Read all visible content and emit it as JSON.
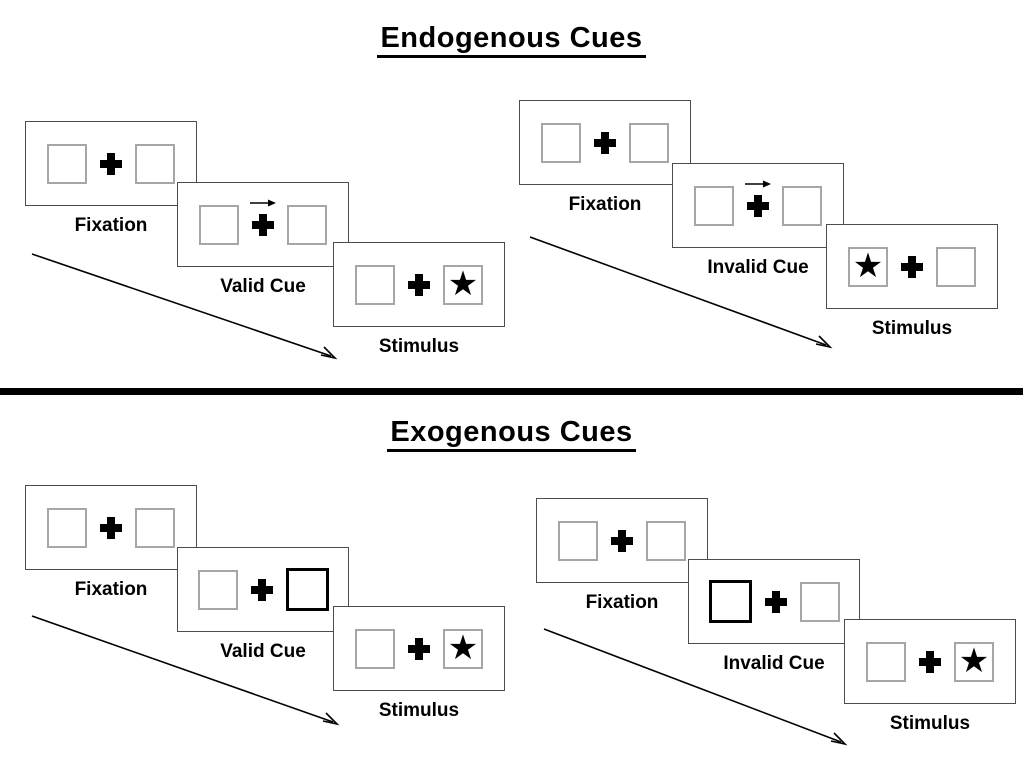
{
  "colors": {
    "background": "#ffffff",
    "panel_border": "#4c4c4c",
    "square_border": "#a6a6a6",
    "cue_square_border": "#000000",
    "divider": "#000000",
    "text": "#000000"
  },
  "icons": {
    "plus": "fixation-cross",
    "star": "★",
    "cue_arrow": "right-arrow",
    "timeline_arrow": "diagonal-down-right-arrow"
  },
  "sections": [
    {
      "title": "Endogenous Cues",
      "sequences": [
        {
          "cue_type": "arrow-right",
          "star_side": "right",
          "stages": [
            {
              "label": "Fixation",
              "left_glyph": "",
              "right_glyph": "",
              "left_style": "normal",
              "right_style": "normal",
              "cue_arrow": false
            },
            {
              "label": "Valid Cue",
              "left_glyph": "",
              "right_glyph": "",
              "left_style": "normal",
              "right_style": "normal",
              "cue_arrow": true
            },
            {
              "label": "Stimulus",
              "left_glyph": "",
              "right_glyph": "★",
              "left_style": "normal",
              "right_style": "normal",
              "cue_arrow": false
            }
          ]
        },
        {
          "cue_type": "arrow-right",
          "star_side": "left",
          "stages": [
            {
              "label": "Fixation",
              "left_glyph": "",
              "right_glyph": "",
              "left_style": "normal",
              "right_style": "normal",
              "cue_arrow": false
            },
            {
              "label": "Invalid Cue",
              "left_glyph": "",
              "right_glyph": "",
              "left_style": "normal",
              "right_style": "normal",
              "cue_arrow": true
            },
            {
              "label": "Stimulus",
              "left_glyph": "★",
              "right_glyph": "",
              "left_style": "normal",
              "right_style": "normal",
              "cue_arrow": false
            }
          ]
        }
      ]
    },
    {
      "title": "Exogenous Cues",
      "sequences": [
        {
          "cue_type": "highlight-box-right",
          "star_side": "right",
          "stages": [
            {
              "label": "Fixation",
              "left_glyph": "",
              "right_glyph": "",
              "left_style": "normal",
              "right_style": "normal",
              "cue_arrow": false
            },
            {
              "label": "Valid Cue",
              "left_glyph": "",
              "right_glyph": "",
              "left_style": "normal",
              "right_style": "cue",
              "cue_arrow": false
            },
            {
              "label": "Stimulus",
              "left_glyph": "",
              "right_glyph": "★",
              "left_style": "normal",
              "right_style": "normal",
              "cue_arrow": false
            }
          ]
        },
        {
          "cue_type": "highlight-box-left",
          "star_side": "right",
          "stages": [
            {
              "label": "Fixation",
              "left_glyph": "",
              "right_glyph": "",
              "left_style": "normal",
              "right_style": "normal",
              "cue_arrow": false
            },
            {
              "label": "Invalid Cue",
              "left_glyph": "",
              "right_glyph": "",
              "left_style": "cue",
              "right_style": "normal",
              "cue_arrow": false
            },
            {
              "label": "Stimulus",
              "left_glyph": "",
              "right_glyph": "★",
              "left_style": "normal",
              "right_style": "normal",
              "cue_arrow": false
            }
          ]
        }
      ]
    }
  ]
}
